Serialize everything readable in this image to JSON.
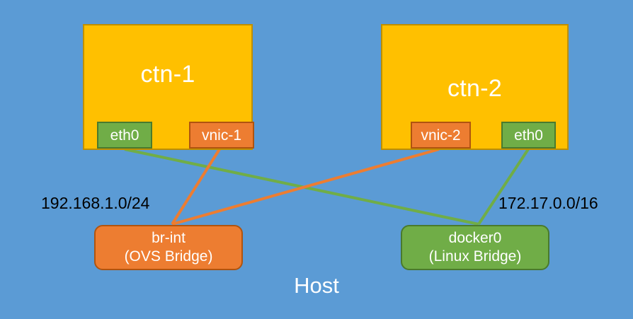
{
  "diagram": {
    "title_label": "Host",
    "background_color": "#5B9BD5",
    "containers": [
      {
        "id": "ctn-1",
        "label": "ctn-1",
        "color": "#FFC000",
        "ports": [
          {
            "id": "ctn1-eth0",
            "label": "eth0",
            "color": "#70AD47"
          },
          {
            "id": "ctn1-vnic1",
            "label": "vnic-1",
            "color": "#ED7D31"
          }
        ]
      },
      {
        "id": "ctn-2",
        "label": "ctn-2",
        "color": "#FFC000",
        "ports": [
          {
            "id": "ctn2-vnic2",
            "label": "vnic-2",
            "color": "#ED7D31"
          },
          {
            "id": "ctn2-eth0",
            "label": "eth0",
            "color": "#70AD47"
          }
        ]
      }
    ],
    "bridges": [
      {
        "id": "br-int",
        "name": "br-int",
        "kind": "(OVS Bridge)",
        "color": "#ED7D31",
        "subnet": "192.168.1.0/24"
      },
      {
        "id": "docker0",
        "name": "docker0",
        "kind": "(Linux Bridge)",
        "color": "#70AD47",
        "subnet": "172.17.0.0/16"
      }
    ],
    "links": [
      {
        "from": "ctn1-eth0",
        "to": "docker0",
        "color": "#70AD47"
      },
      {
        "from": "ctn1-vnic1",
        "to": "br-int",
        "color": "#ED7D31"
      },
      {
        "from": "ctn2-vnic2",
        "to": "br-int",
        "color": "#ED7D31"
      },
      {
        "from": "ctn2-eth0",
        "to": "docker0",
        "color": "#70AD47"
      }
    ]
  }
}
